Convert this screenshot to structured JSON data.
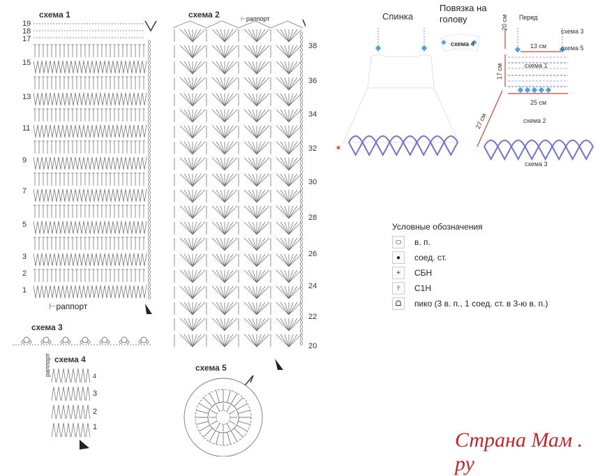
{
  "schemes": {
    "s1": "схема 1",
    "s2": "схема 2",
    "s3": "схема 3",
    "s4": "схема 4",
    "s5": "схема 5"
  },
  "rapport_label": "раппорт",
  "scheme1_rows": [
    "19",
    "18",
    "17",
    "15",
    "13",
    "11",
    "9",
    "7",
    "5",
    "3",
    "2",
    "1"
  ],
  "scheme2_rows": [
    "38",
    "36",
    "34",
    "32",
    "30",
    "28",
    "26",
    "24",
    "22",
    "20"
  ],
  "scheme4_rows": [
    "4",
    "3",
    "2",
    "1"
  ],
  "garment": {
    "back": "Спинка",
    "headband": "Повязка на голову",
    "front": "Перед",
    "back_scheme_mark": "схема 4",
    "front_labels": {
      "scheme3": "схема 3",
      "scheme5": "схема 5",
      "scheme1": "схема 1",
      "scheme2": "схема 2",
      "scheme3b": "схема 3"
    },
    "dimensions": {
      "strap": "20 см",
      "top_width": "13 см",
      "bodice_height": "17 см",
      "bottom_width": "25 см",
      "skirt_length": "27 см"
    }
  },
  "legend": {
    "title": "Условные обозначения",
    "items": [
      {
        "symbol": "chain-icon",
        "text": "в. п."
      },
      {
        "symbol": "slip-stitch-icon",
        "text": "соед. ст."
      },
      {
        "symbol": "sc-icon",
        "text": "СБН"
      },
      {
        "symbol": "dc-icon",
        "text": "С1Н"
      },
      {
        "symbol": "picot-icon",
        "text": "пико (3 в. п., 1 соед. ст. в 3-ю в. п.)"
      }
    ]
  },
  "watermark": "Страна Мам . ру",
  "colors": {
    "accent_blue": "#6c6fd0",
    "rapport_red": "#d04030",
    "watermark": "#c0272d"
  }
}
